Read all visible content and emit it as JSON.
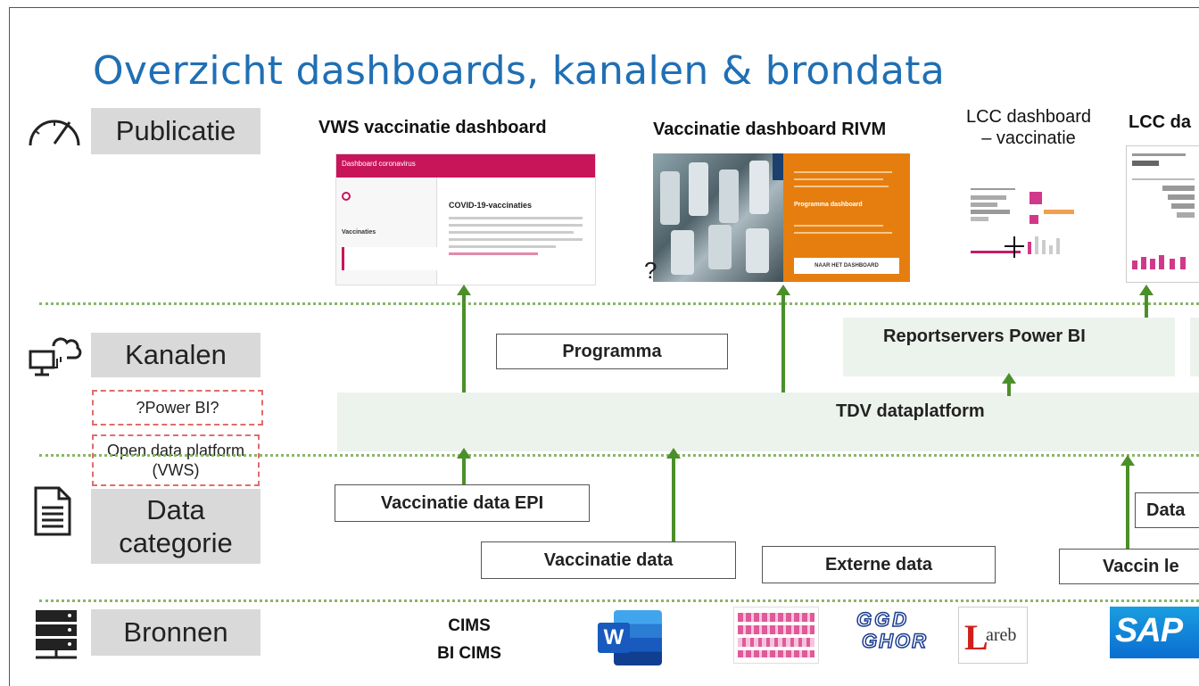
{
  "title": "Overzicht dashboards, kanalen & brondata",
  "layers": {
    "publicatie": "Publicatie",
    "kanalen": "Kanalen",
    "data_categorie": "Data categorie",
    "bronnen": "Bronnen"
  },
  "kanalen_options": {
    "power_bi": "?Power BI?",
    "open_data": "Open data platform (VWS)"
  },
  "dashboards": {
    "vws": "VWS  vaccinatie dashboard",
    "rivm": "Vaccinatie dashboard RIVM",
    "lcc_vacc": "LCC dashboard – vaccinatie",
    "lcc_da": "LCC da",
    "rivm_question": "?",
    "vws_thumb": {
      "header": "Dashboard coronavirus",
      "heading": "COVID-19-vaccinaties",
      "side_label": "Vaccinaties"
    },
    "rivm_thumb": {
      "tag": "Programma dashboard",
      "button": "NAAR HET DASHBOARD"
    }
  },
  "channels": {
    "programma": "Programma",
    "reportservers": "Reportservers Power BI",
    "tdv": "TDV dataplatform"
  },
  "data_categories": {
    "epi": "Vaccinatie data EPI",
    "vacc": "Vaccinatie data",
    "extern": "Externe data",
    "vaccin_le": "Vaccin le",
    "data": "Data"
  },
  "sources": {
    "cims": "CIMS",
    "bi_cims": "BI CIMS",
    "word_letter": "W",
    "ggd": "GGD",
    "ghor": "GHOR",
    "lareb_l": "L",
    "lareb_rest": "areb",
    "sap": "SAP"
  },
  "colors": {
    "title": "#1f6fb4",
    "arrow": "#4b8f2a",
    "dashed": "#e06c6c",
    "vws_header": "#c8155a",
    "rivm_orange": "#e67e0f",
    "word_blue": "#185abd",
    "sap_blue": "#0a6ed1",
    "ggd_blue": "#1b3d8f",
    "lareb_red": "#d0201b"
  }
}
